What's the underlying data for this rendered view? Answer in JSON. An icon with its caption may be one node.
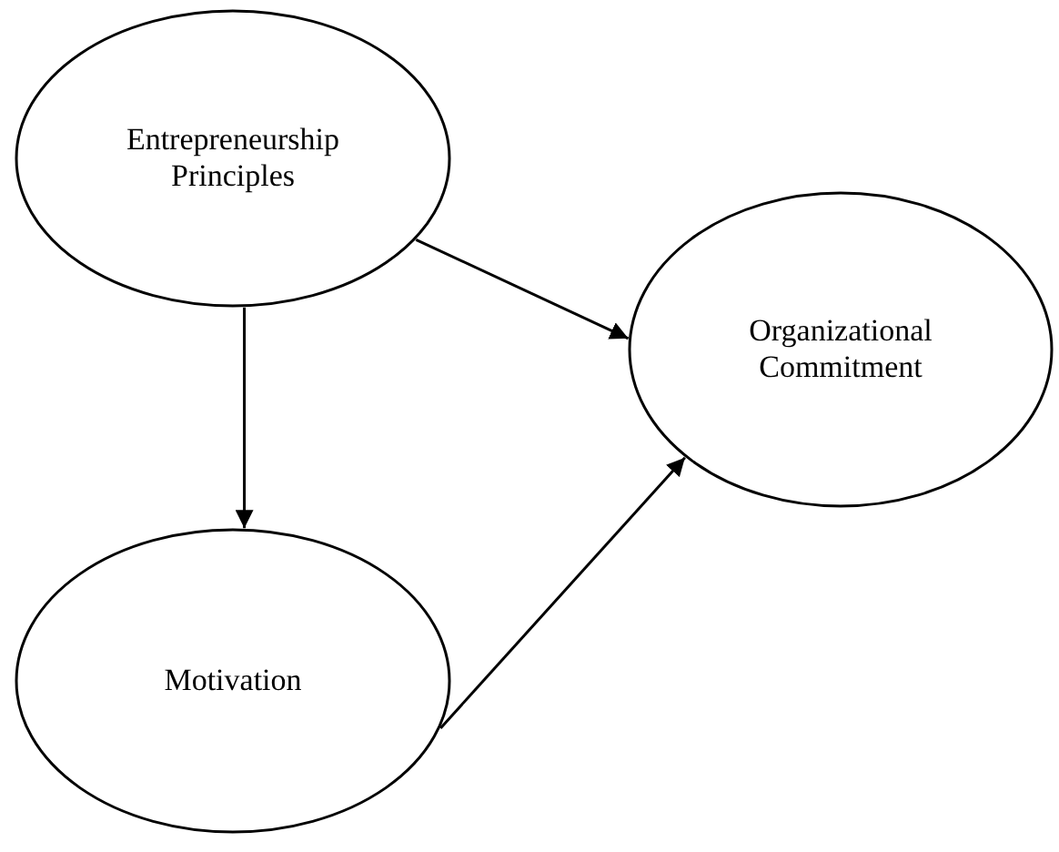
{
  "diagram": {
    "nodes": [
      {
        "text": [
          "Entrepreneurship Principles"
        ]
      },
      {
        "text": [
          "Organizational Commitment"
        ]
      },
      {
        "text": [
          "Motivation"
        ]
      }
    ],
    "edges": [
      {
        "from": 0,
        "to": 1,
        "arrow": "to"
      },
      {
        "from": 0,
        "to": 2,
        "arrow": "to"
      },
      {
        "from": 2,
        "to": 1,
        "arrow": "to"
      }
    ]
  }
}
